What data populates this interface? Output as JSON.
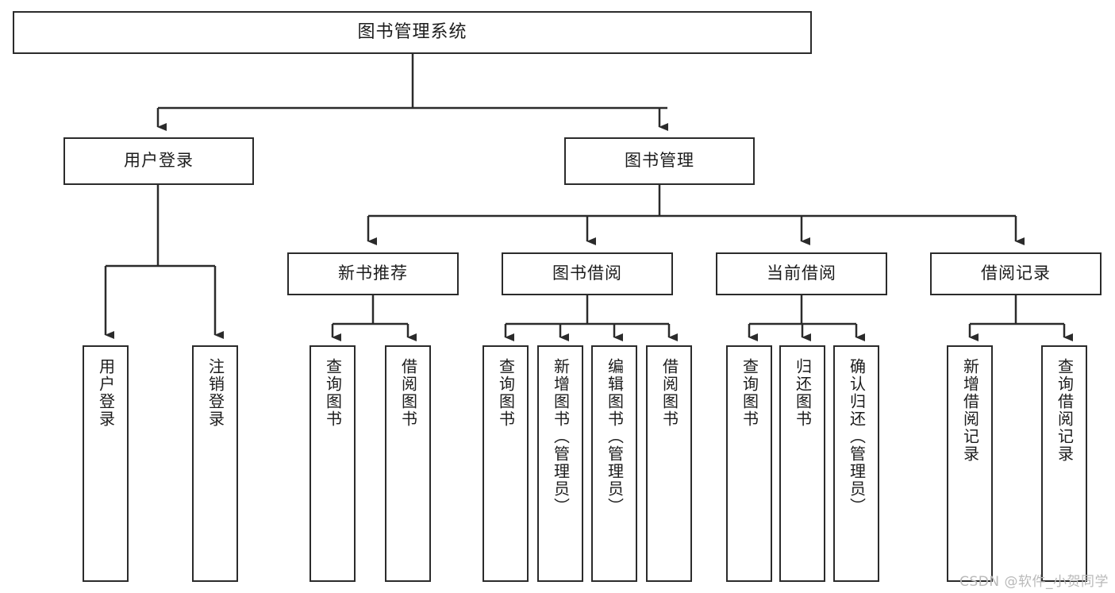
{
  "diagram": {
    "type": "tree-hierarchy",
    "title": "图书管理系统",
    "watermark": "CSDN @软件_小贺同学",
    "colors": {
      "stroke": "#2b2b2b",
      "text": "#1c1c1c",
      "background": "#ffffff",
      "watermark": "#b9b9b9"
    },
    "nodes": {
      "root": {
        "label": "图书管理系统",
        "level": 1,
        "orientation": "horizontal"
      },
      "l2": [
        {
          "label": "用户登录",
          "level": 2,
          "orientation": "horizontal"
        },
        {
          "label": "图书管理",
          "level": 2,
          "orientation": "horizontal"
        }
      ],
      "l3": [
        {
          "label": "新书推荐",
          "level": 3,
          "orientation": "horizontal"
        },
        {
          "label": "图书借阅",
          "level": 3,
          "orientation": "horizontal"
        },
        {
          "label": "当前借阅",
          "level": 3,
          "orientation": "horizontal"
        },
        {
          "label": "借阅记录",
          "level": 3,
          "orientation": "horizontal"
        }
      ],
      "leaves": [
        {
          "label": "用户登录",
          "parent": "用户登录",
          "orientation": "vertical"
        },
        {
          "label": "注销登录",
          "parent": "用户登录",
          "orientation": "vertical"
        },
        {
          "label": "查询图书",
          "parent": "新书推荐",
          "orientation": "vertical"
        },
        {
          "label": "借阅图书",
          "parent": "新书推荐",
          "orientation": "vertical"
        },
        {
          "label": "查询图书",
          "parent": "图书借阅",
          "orientation": "vertical"
        },
        {
          "label": "新增图书（管理员）",
          "parent": "图书借阅",
          "orientation": "vertical"
        },
        {
          "label": "编辑图书（管理员）",
          "parent": "图书借阅",
          "orientation": "vertical"
        },
        {
          "label": "借阅图书",
          "parent": "图书借阅",
          "orientation": "vertical"
        },
        {
          "label": "查询图书",
          "parent": "当前借阅",
          "orientation": "vertical"
        },
        {
          "label": "归还图书",
          "parent": "当前借阅",
          "orientation": "vertical"
        },
        {
          "label": "确认归还（管理员）",
          "parent": "当前借阅",
          "orientation": "vertical"
        },
        {
          "label": "新增借阅记录",
          "parent": "借阅记录",
          "orientation": "vertical"
        },
        {
          "label": "查询借阅记录",
          "parent": "借阅记录",
          "orientation": "vertical"
        }
      ]
    }
  }
}
